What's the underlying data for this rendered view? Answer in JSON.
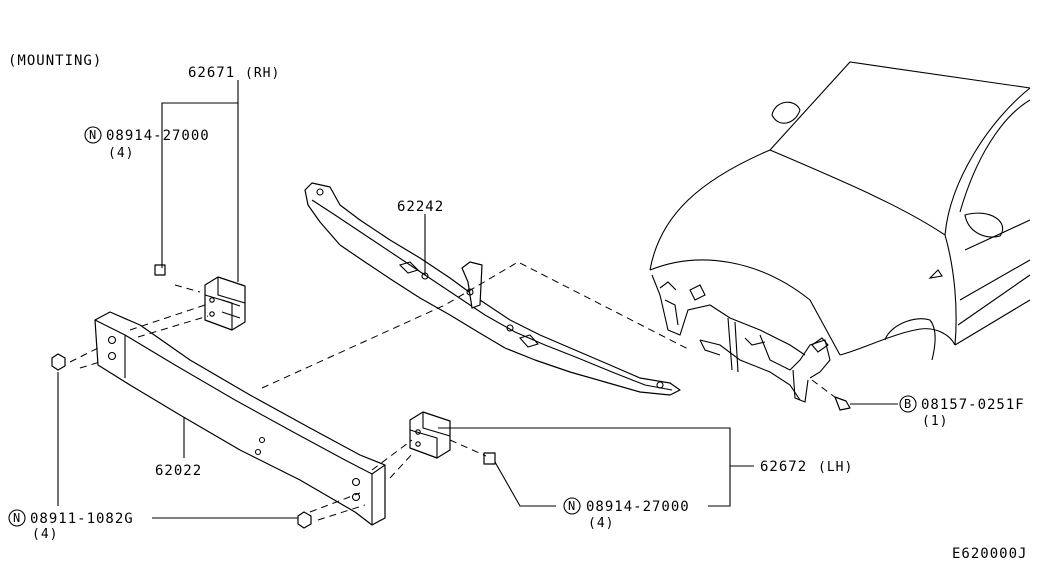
{
  "diagram": {
    "section_label": "(MOUNTING)",
    "diagram_code": "E620000J",
    "callouts": [
      {
        "id": "bracket_rh",
        "part_no": "62671",
        "qualifier": "(RH)"
      },
      {
        "id": "nut_upper",
        "prefix": "N",
        "part_no": "08914-27000",
        "qty": "(4)"
      },
      {
        "id": "stay",
        "part_no": "62242"
      },
      {
        "id": "reinforcement",
        "part_no": "62022"
      },
      {
        "id": "bolt",
        "prefix": "B",
        "part_no": "08157-0251F",
        "qty": "(1)"
      },
      {
        "id": "bracket_lh",
        "part_no": "62672",
        "qualifier": "(LH)"
      },
      {
        "id": "nut_lower",
        "prefix": "N",
        "part_no": "08914-27000",
        "qty": "(4)"
      },
      {
        "id": "nut_left",
        "prefix": "N",
        "part_no": "08911-1082G",
        "qty": "(4)"
      }
    ]
  }
}
